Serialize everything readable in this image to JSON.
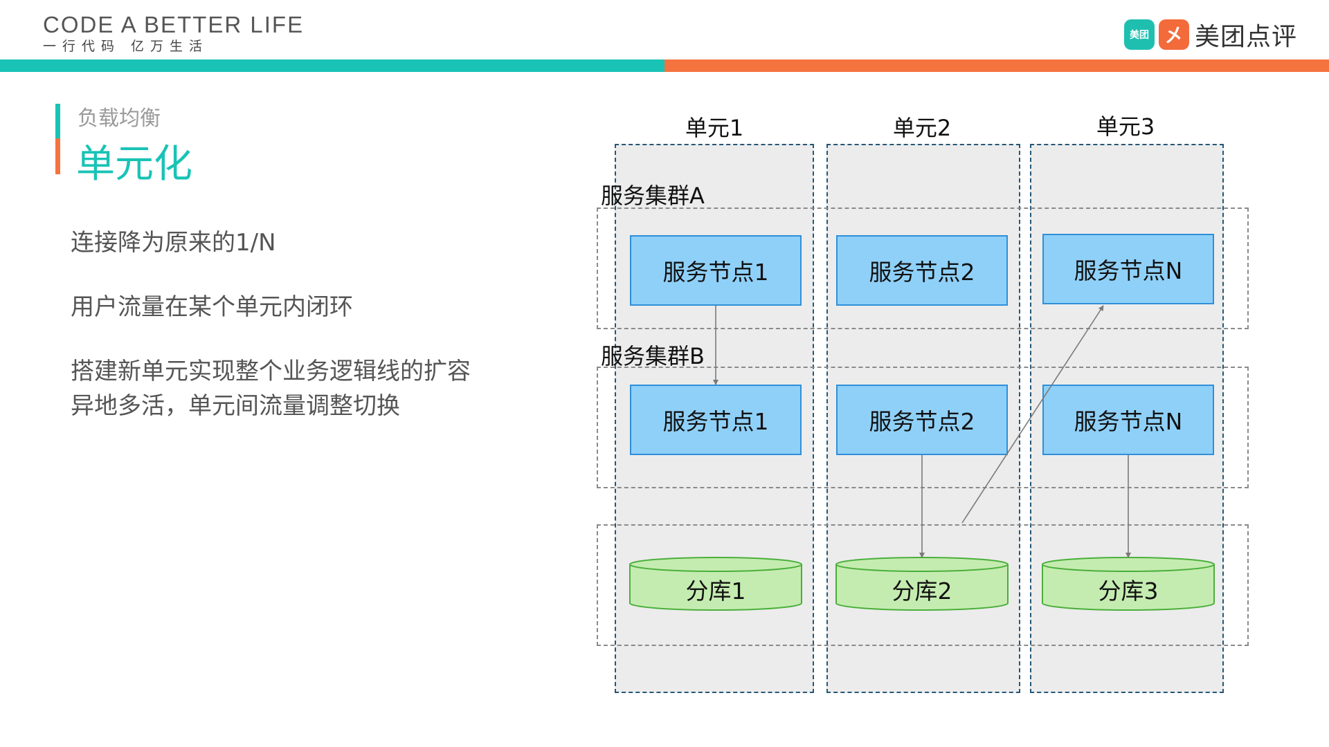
{
  "header": {
    "brand_line1": "CODE A BETTER LIFE",
    "brand_line2": "一行代码  亿万生活",
    "logo_badge_meituan": "美团",
    "logo_badge_dianping": "㐅",
    "logo_text": "美团点评"
  },
  "colors": {
    "teal": "#19c3b6",
    "orange": "#f5733f",
    "node_fill": "#8fd0f8",
    "db_fill": "#c5ecb0"
  },
  "section": {
    "subtitle": "负载均衡",
    "title": "单元化"
  },
  "bullets": [
    "连接降为原来的1/N",
    "用户流量在某个单元内闭环",
    "搭建新单元实现整个业务逻辑线的扩容",
    "异地多活，单元间流量调整切换"
  ],
  "diagram": {
    "units": [
      "单元1",
      "单元2",
      "单元3"
    ],
    "cluster_a": {
      "label": "服务集群A",
      "nodes": [
        "服务节点1",
        "服务节点2",
        "服务节点N"
      ]
    },
    "cluster_b": {
      "label": "服务集群B",
      "nodes": [
        "服务节点1",
        "服务节点2",
        "服务节点N"
      ]
    },
    "databases": [
      "分库1",
      "分库2",
      "分库3"
    ]
  }
}
